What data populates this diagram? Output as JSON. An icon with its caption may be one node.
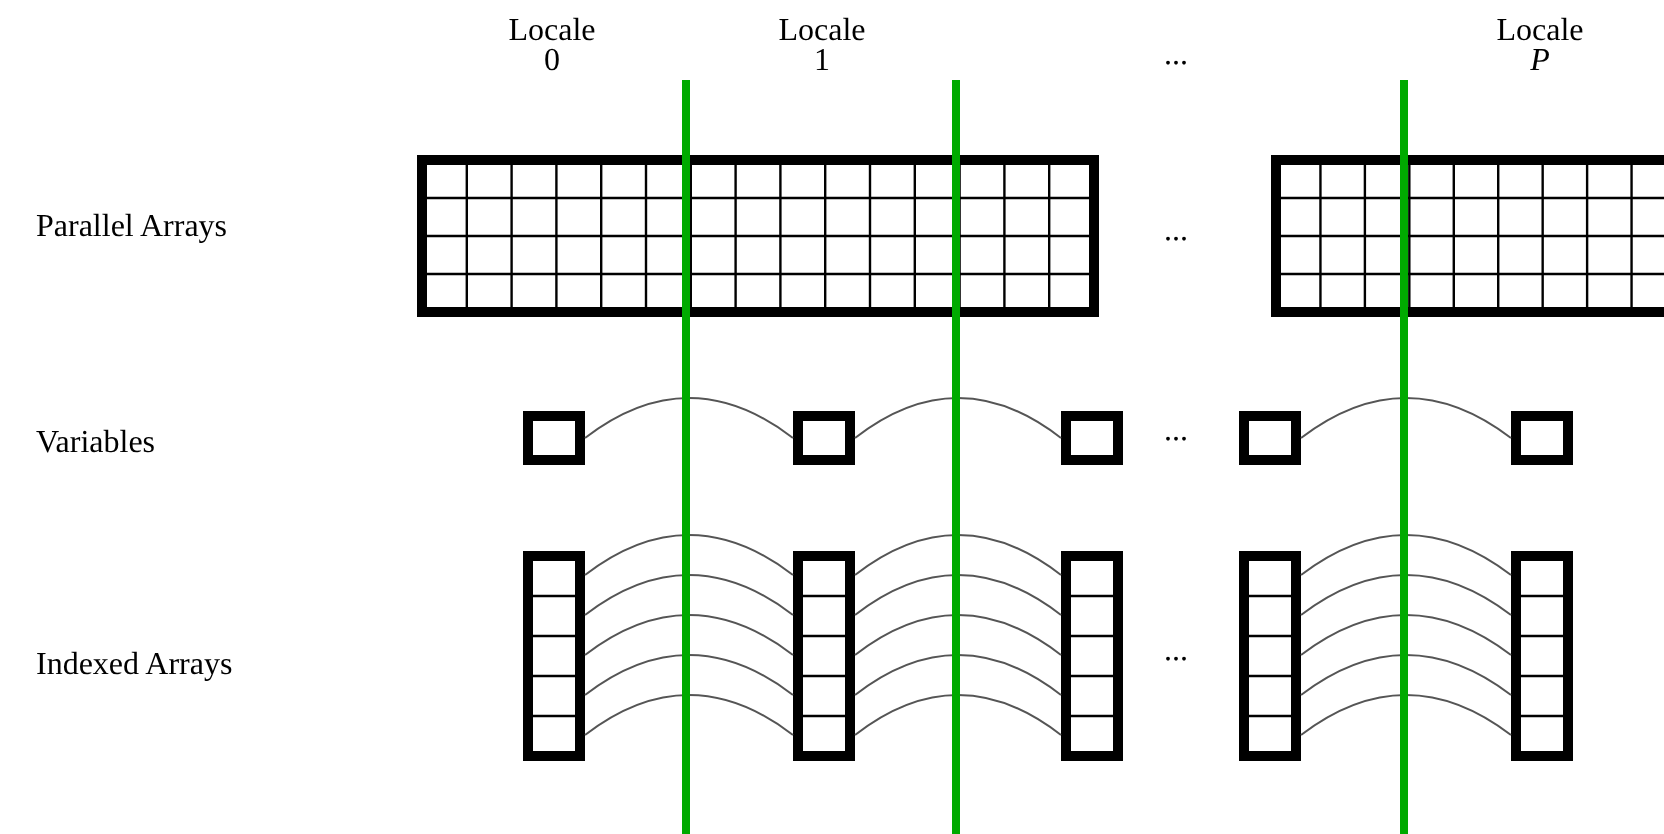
{
  "diagram": {
    "nodes": [
      {
        "text": [],
        "shape": "box"
      },
      {
        "text": [],
        "shape": "box"
      },
      {
        "text": [],
        "shape": "box"
      },
      {
        "text": [],
        "shape": "box"
      },
      {
        "text": [],
        "shape": "box"
      },
      {
        "text": [],
        "shape": "box"
      },
      {
        "text": [],
        "shape": "box"
      },
      {
        "text": [],
        "shape": "box"
      },
      {
        "text": [],
        "shape": "box"
      },
      {
        "text": [],
        "shape": "box"
      },
      {
        "text": [],
        "shape": "box"
      },
      {
        "text": [],
        "shape": "box"
      }
    ],
    "edges": [
      {
        "from": 2,
        "to": 3,
        "arrow": "none"
      },
      {
        "from": 3,
        "to": 4,
        "arrow": "none"
      },
      {
        "from": 5,
        "to": 6,
        "arrow": "none"
      },
      {
        "from": 7,
        "to": 8,
        "arrow": "none"
      },
      {
        "from": 7,
        "to": 8,
        "arrow": "none"
      },
      {
        "from": 7,
        "to": 8,
        "arrow": "none"
      },
      {
        "from": 7,
        "to": 8,
        "arrow": "none"
      },
      {
        "from": 7,
        "to": 8,
        "arrow": "none"
      },
      {
        "from": 8,
        "to": 9,
        "arrow": "none"
      },
      {
        "from": 8,
        "to": 9,
        "arrow": "none"
      },
      {
        "from": 8,
        "to": 9,
        "arrow": "none"
      },
      {
        "from": 8,
        "to": 9,
        "arrow": "none"
      },
      {
        "from": 8,
        "to": 9,
        "arrow": "none"
      },
      {
        "from": 10,
        "to": 11,
        "arrow": "none"
      },
      {
        "from": 10,
        "to": 11,
        "arrow": "none"
      },
      {
        "from": 10,
        "to": 11,
        "arrow": "none"
      },
      {
        "from": 10,
        "to": 11,
        "arrow": "none"
      },
      {
        "from": 10,
        "to": 11,
        "arrow": "none"
      }
    ],
    "labels": [
      "Locale 0",
      "Locale 1",
      "...",
      "Locale *P*",
      "Parallel Arrays",
      "...",
      "Variables",
      "...",
      "Indexed Arrays",
      "..."
    ]
  }
}
